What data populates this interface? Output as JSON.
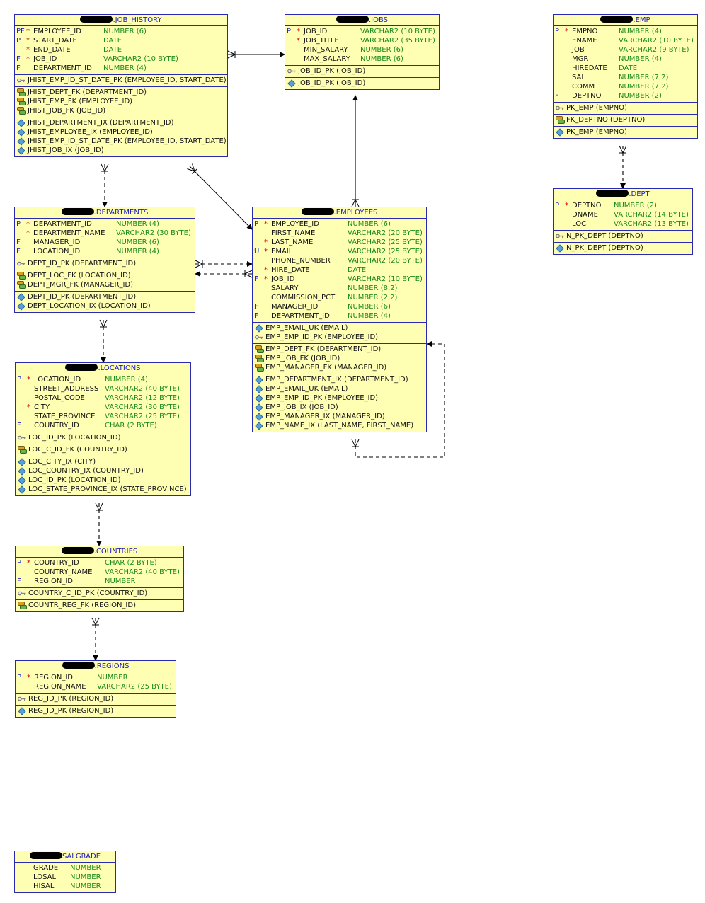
{
  "diagram": {
    "tables": [
      {
        "id": "job_history",
        "name": ".JOB_HISTORY",
        "columns": [
          {
            "flag": "PF",
            "req": "*",
            "name": "EMPLOYEE_ID",
            "type": "NUMBER (6)"
          },
          {
            "flag": "P",
            "req": "*",
            "name": "START_DATE",
            "type": "DATE"
          },
          {
            "flag": "",
            "req": "*",
            "name": "END_DATE",
            "type": "DATE"
          },
          {
            "flag": "F",
            "req": "*",
            "name": "JOB_ID",
            "type": "VARCHAR2 (10 BYTE)"
          },
          {
            "flag": "F",
            "req": "",
            "name": "DEPARTMENT_ID",
            "type": "NUMBER (4)"
          }
        ],
        "pks": [
          "JHIST_EMP_ID_ST_DATE_PK (EMPLOYEE_ID, START_DATE)"
        ],
        "fks": [
          "JHIST_DEPT_FK (DEPARTMENT_ID)",
          "JHIST_EMP_FK (EMPLOYEE_ID)",
          "JHIST_JOB_FK (JOB_ID)"
        ],
        "indexes": [
          "JHIST_DEPARTMENT_IX (DEPARTMENT_ID)",
          "JHIST_EMPLOYEE_IX (EMPLOYEE_ID)",
          "JHIST_EMP_ID_ST_DATE_PK (EMPLOYEE_ID, START_DATE)",
          "JHIST_JOB_IX (JOB_ID)"
        ]
      },
      {
        "id": "jobs",
        "name": ".JOBS",
        "columns": [
          {
            "flag": "P",
            "req": "*",
            "name": "JOB_ID",
            "type": "VARCHAR2 (10 BYTE)"
          },
          {
            "flag": "",
            "req": "*",
            "name": "JOB_TITLE",
            "type": "VARCHAR2 (35 BYTE)"
          },
          {
            "flag": "",
            "req": "",
            "name": "MIN_SALARY",
            "type": "NUMBER (6)"
          },
          {
            "flag": "",
            "req": "",
            "name": "MAX_SALARY",
            "type": "NUMBER (6)"
          }
        ],
        "pks": [
          "JOB_ID_PK (JOB_ID)"
        ],
        "fks": [],
        "indexes": [
          "JOB_ID_PK (JOB_ID)"
        ]
      },
      {
        "id": "emp",
        "name": ".EMP",
        "columns": [
          {
            "flag": "P",
            "req": "*",
            "name": "EMPNO",
            "type": "NUMBER (4)"
          },
          {
            "flag": "",
            "req": "",
            "name": "ENAME",
            "type": "VARCHAR2 (10 BYTE)"
          },
          {
            "flag": "",
            "req": "",
            "name": "JOB",
            "type": "VARCHAR2 (9 BYTE)"
          },
          {
            "flag": "",
            "req": "",
            "name": "MGR",
            "type": "NUMBER (4)"
          },
          {
            "flag": "",
            "req": "",
            "name": "HIREDATE",
            "type": "DATE"
          },
          {
            "flag": "",
            "req": "",
            "name": "SAL",
            "type": "NUMBER (7,2)"
          },
          {
            "flag": "",
            "req": "",
            "name": "COMM",
            "type": "NUMBER (7,2)"
          },
          {
            "flag": "F",
            "req": "",
            "name": "DEPTNO",
            "type": "NUMBER (2)"
          }
        ],
        "pks": [
          "PK_EMP (EMPNO)"
        ],
        "fks": [
          "FK_DEPTNO (DEPTNO)"
        ],
        "indexes": [
          "PK_EMP (EMPNO)"
        ]
      },
      {
        "id": "dept",
        "name": ".DEPT",
        "columns": [
          {
            "flag": "P",
            "req": "*",
            "name": "DEPTNO",
            "type": "NUMBER (2)"
          },
          {
            "flag": "",
            "req": "",
            "name": "DNAME",
            "type": "VARCHAR2 (14 BYTE)"
          },
          {
            "flag": "",
            "req": "",
            "name": "LOC",
            "type": "VARCHAR2 (13 BYTE)"
          }
        ],
        "pks": [
          "N_PK_DEPT (DEPTNO)"
        ],
        "fks": [],
        "indexes": [
          "N_PK_DEPT (DEPTNO)"
        ]
      },
      {
        "id": "departments",
        "name": ".DEPARTMENTS",
        "columns": [
          {
            "flag": "P",
            "req": "*",
            "name": "DEPARTMENT_ID",
            "type": "NUMBER (4)"
          },
          {
            "flag": "",
            "req": "*",
            "name": "DEPARTMENT_NAME",
            "type": "VARCHAR2 (30 BYTE)"
          },
          {
            "flag": "F",
            "req": "",
            "name": "MANAGER_ID",
            "type": "NUMBER (6)"
          },
          {
            "flag": "F",
            "req": "",
            "name": "LOCATION_ID",
            "type": "NUMBER (4)"
          }
        ],
        "pks": [
          "DEPT_ID_PK (DEPARTMENT_ID)"
        ],
        "fks": [
          "DEPT_LOC_FK (LOCATION_ID)",
          "DEPT_MGR_FK (MANAGER_ID)"
        ],
        "indexes": [
          "DEPT_ID_PK (DEPARTMENT_ID)",
          "DEPT_LOCATION_IX (LOCATION_ID)"
        ]
      },
      {
        "id": "employees",
        "name": ".EMPLOYEES",
        "columns": [
          {
            "flag": "P",
            "req": "*",
            "name": "EMPLOYEE_ID",
            "type": "NUMBER (6)"
          },
          {
            "flag": "",
            "req": "",
            "name": "FIRST_NAME",
            "type": "VARCHAR2 (20 BYTE)"
          },
          {
            "flag": "",
            "req": "*",
            "name": "LAST_NAME",
            "type": "VARCHAR2 (25 BYTE)"
          },
          {
            "flag": "U",
            "req": "*",
            "name": "EMAIL",
            "type": "VARCHAR2 (25 BYTE)"
          },
          {
            "flag": "",
            "req": "",
            "name": "PHONE_NUMBER",
            "type": "VARCHAR2 (20 BYTE)"
          },
          {
            "flag": "",
            "req": "*",
            "name": "HIRE_DATE",
            "type": "DATE"
          },
          {
            "flag": "F",
            "req": "*",
            "name": "JOB_ID",
            "type": "VARCHAR2 (10 BYTE)"
          },
          {
            "flag": "",
            "req": "",
            "name": "SALARY",
            "type": "NUMBER (8,2)"
          },
          {
            "flag": "",
            "req": "",
            "name": "COMMISSION_PCT",
            "type": "NUMBER (2,2)"
          },
          {
            "flag": "F",
            "req": "",
            "name": "MANAGER_ID",
            "type": "NUMBER (6)"
          },
          {
            "flag": "F",
            "req": "",
            "name": "DEPARTMENT_ID",
            "type": "NUMBER (4)"
          }
        ],
        "uks": [
          "EMP_EMAIL_UK (EMAIL)"
        ],
        "pks": [
          "EMP_EMP_ID_PK (EMPLOYEE_ID)"
        ],
        "fks": [
          "EMP_DEPT_FK (DEPARTMENT_ID)",
          "EMP_JOB_FK (JOB_ID)",
          "EMP_MANAGER_FK (MANAGER_ID)"
        ],
        "indexes": [
          "EMP_DEPARTMENT_IX (DEPARTMENT_ID)",
          "EMP_EMAIL_UK (EMAIL)",
          "EMP_EMP_ID_PK (EMPLOYEE_ID)",
          "EMP_JOB_IX (JOB_ID)",
          "EMP_MANAGER_IX (MANAGER_ID)",
          "EMP_NAME_IX (LAST_NAME, FIRST_NAME)"
        ]
      },
      {
        "id": "locations",
        "name": ".LOCATIONS",
        "columns": [
          {
            "flag": "P",
            "req": "*",
            "name": "LOCATION_ID",
            "type": "NUMBER (4)"
          },
          {
            "flag": "",
            "req": "",
            "name": "STREET_ADDRESS",
            "type": "VARCHAR2 (40 BYTE)"
          },
          {
            "flag": "",
            "req": "",
            "name": "POSTAL_CODE",
            "type": "VARCHAR2 (12 BYTE)"
          },
          {
            "flag": "",
            "req": "*",
            "name": "CITY",
            "type": "VARCHAR2 (30 BYTE)"
          },
          {
            "flag": "",
            "req": "",
            "name": "STATE_PROVINCE",
            "type": "VARCHAR2 (25 BYTE)"
          },
          {
            "flag": "F",
            "req": "",
            "name": "COUNTRY_ID",
            "type": "CHAR (2 BYTE)"
          }
        ],
        "pks": [
          "LOC_ID_PK (LOCATION_ID)"
        ],
        "fks": [
          "LOC_C_ID_FK (COUNTRY_ID)"
        ],
        "indexes": [
          "LOC_CITY_IX (CITY)",
          "LOC_COUNTRY_IX (COUNTRY_ID)",
          "LOC_ID_PK (LOCATION_ID)",
          "LOC_STATE_PROVINCE_IX (STATE_PROVINCE)"
        ]
      },
      {
        "id": "countries",
        "name": ".COUNTRIES",
        "columns": [
          {
            "flag": "P",
            "req": "*",
            "name": "COUNTRY_ID",
            "type": "CHAR (2 BYTE)"
          },
          {
            "flag": "",
            "req": "",
            "name": "COUNTRY_NAME",
            "type": "VARCHAR2 (40 BYTE)"
          },
          {
            "flag": "F",
            "req": "",
            "name": "REGION_ID",
            "type": "NUMBER"
          }
        ],
        "pks": [
          "COUNTRY_C_ID_PK (COUNTRY_ID)"
        ],
        "fks": [
          "COUNTR_REG_FK (REGION_ID)"
        ],
        "indexes": []
      },
      {
        "id": "regions",
        "name": ".REGIONS",
        "columns": [
          {
            "flag": "P",
            "req": "*",
            "name": "REGION_ID",
            "type": "NUMBER"
          },
          {
            "flag": "",
            "req": "",
            "name": "REGION_NAME",
            "type": "VARCHAR2 (25 BYTE)"
          }
        ],
        "pks": [
          "REG_ID_PK (REGION_ID)"
        ],
        "fks": [],
        "indexes": [
          "REG_ID_PK (REGION_ID)"
        ]
      },
      {
        "id": "salgrade",
        "name": "SALGRADE",
        "columns": [
          {
            "flag": "",
            "req": "",
            "name": "GRADE",
            "type": "NUMBER"
          },
          {
            "flag": "",
            "req": "",
            "name": "LOSAL",
            "type": "NUMBER"
          },
          {
            "flag": "",
            "req": "",
            "name": "HISAL",
            "type": "NUMBER"
          }
        ],
        "pks": [],
        "fks": [],
        "indexes": []
      }
    ],
    "relationships": [
      {
        "from": "job_history",
        "to": "jobs",
        "style": "solid"
      },
      {
        "from": "job_history",
        "to": "departments",
        "style": "dashed"
      },
      {
        "from": "job_history",
        "to": "employees",
        "style": "solid"
      },
      {
        "from": "employees",
        "to": "jobs",
        "style": "solid"
      },
      {
        "from": "departments",
        "to": "employees",
        "style": "dashed"
      },
      {
        "from": "employees",
        "to": "departments",
        "style": "dashed"
      },
      {
        "from": "employees",
        "to": "employees",
        "style": "dashed"
      },
      {
        "from": "departments",
        "to": "locations",
        "style": "dashed"
      },
      {
        "from": "locations",
        "to": "countries",
        "style": "dashed"
      },
      {
        "from": "countries",
        "to": "regions",
        "style": "dashed"
      },
      {
        "from": "emp",
        "to": "dept",
        "style": "dashed"
      }
    ]
  }
}
